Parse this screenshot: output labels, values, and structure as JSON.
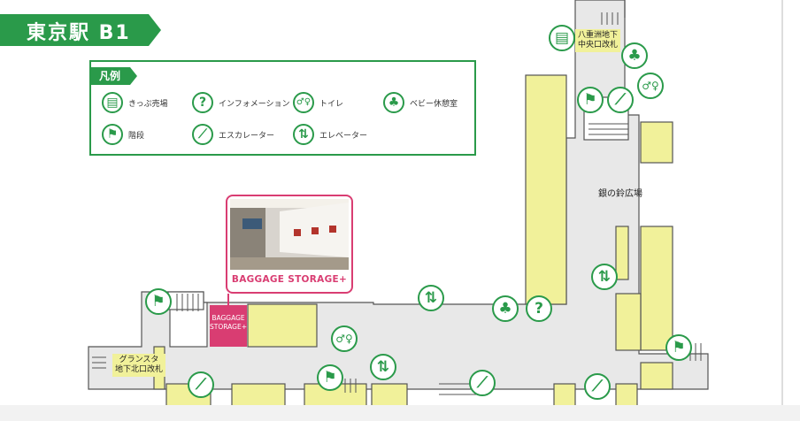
{
  "map": {
    "title": "東京駅 B1",
    "colors": {
      "green": "#2a9a4a",
      "shop": "#f1f19a",
      "corridor": "#e8e8e8",
      "accent_pink": "#d93d72"
    }
  },
  "legend": {
    "title": "凡例",
    "items": [
      {
        "icon": "ticket-machine-icon",
        "glyph": "▤",
        "label": "きっぷ売場"
      },
      {
        "icon": "information-icon",
        "glyph": "?",
        "label": "インフォメーション"
      },
      {
        "icon": "toilet-icon",
        "glyph": "♂♀",
        "label": "トイレ"
      },
      {
        "icon": "baby-room-icon",
        "glyph": "♣",
        "label": "ベビー休憩室"
      },
      {
        "icon": "stairs-icon",
        "glyph": "⚑",
        "label": "階段"
      },
      {
        "icon": "escalator-icon",
        "glyph": "⟋",
        "label": "エスカレーター"
      },
      {
        "icon": "elevator-icon",
        "glyph": "⇅",
        "label": "エレベーター"
      }
    ]
  },
  "areas": {
    "gin_no_suzu": "銀の鈴広場"
  },
  "gates": {
    "yaesu": "八重洲地下\n中央口改札",
    "gransta": "グランスタ\n地下北口改札"
  },
  "baggage": {
    "card_title": "BAGGAGE STORAGE+",
    "marker_label": "BAGGAGE\nSTORAGE+"
  }
}
